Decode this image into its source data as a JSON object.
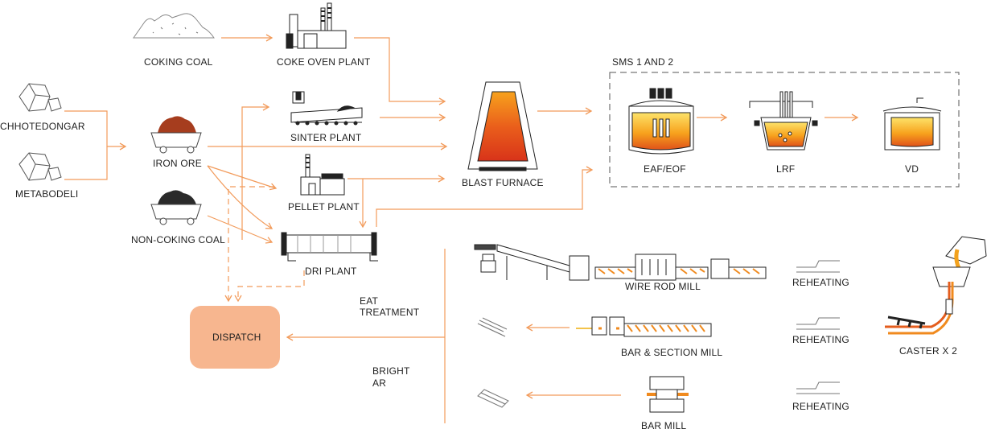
{
  "sources": {
    "coking_coal": "COKING COAL",
    "chhotedongar": "CHHOTEDONGAR",
    "metabodeli": "METABODELI",
    "iron_ore": "IRON ORE",
    "non_coking_coal": "NON-COKING COAL"
  },
  "plants": {
    "coke_oven": "COKE OVEN PLANT",
    "sinter": "SINTER PLANT",
    "pellet": "PELLET PLANT",
    "dri": "DRI PLANT",
    "blast_furnace": "BLAST FURNACE"
  },
  "sms": {
    "title": "SMS 1 AND 2",
    "eaf": "EAF/EOF",
    "lrf": "LRF",
    "vd": "VD"
  },
  "mills": {
    "wire_rod": "WIRE ROD MILL",
    "bar_section": "BAR & SECTION MILL",
    "bar": "BAR MILL",
    "reheating_1": "REHEATING",
    "reheating_2": "REHEATING",
    "reheating_3": "REHEATING",
    "caster": "CASTER X 2"
  },
  "output": {
    "dispatch": "DISPATCH",
    "heat_treatment_line1": "EAT",
    "heat_treatment_line2": "TREATMENT",
    "bright_bar_line1": "BRIGHT",
    "bright_bar_line2": "AR"
  },
  "colors": {
    "flow": "#f29b5b",
    "dispatch_fill": "#f7b68f",
    "molten": "#f08a1e",
    "outline": "#2b2b2b"
  }
}
